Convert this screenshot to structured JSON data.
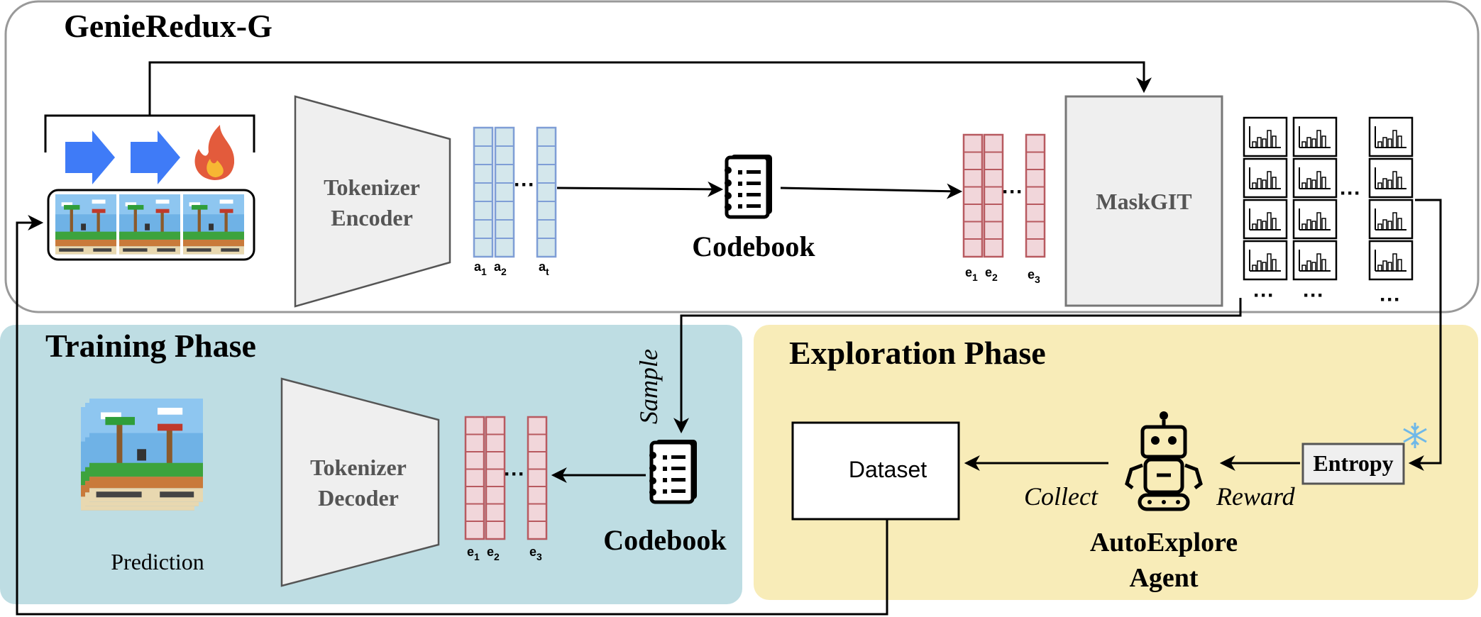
{
  "title": "GenieRedux-G",
  "colors": {
    "training_bg": "#BEDDE3",
    "exploration_bg": "#F8ECB8",
    "action_token_fill": "#D4E7EC",
    "action_token_stroke": "#7F9ED6",
    "embed_token_fill": "#F1D6DA",
    "embed_token_stroke": "#B85A60",
    "arrow_blue": "#3F7BF7",
    "grey_block": "#EFEFEF"
  },
  "encoder": {
    "line1": "Tokenizer",
    "line2": "Encoder"
  },
  "decoder": {
    "line1": "Tokenizer",
    "line2": "Decoder"
  },
  "action_tokens": {
    "labels": [
      "a",
      "a",
      "a"
    ],
    "subs": [
      "1",
      "2",
      "t"
    ],
    "dots": "···"
  },
  "embed_tokens_top": {
    "labels": [
      "e",
      "e",
      "e"
    ],
    "subs": [
      "1",
      "2",
      "3"
    ],
    "dots": "···"
  },
  "embed_tokens_bottom": {
    "labels": [
      "e",
      "e",
      "e"
    ],
    "subs": [
      "1",
      "2",
      "3"
    ],
    "dots": "···"
  },
  "codebook_top": "Codebook",
  "codebook_bottom": "Codebook",
  "maskgit": "MaskGIT",
  "distributions": {
    "dots_between": "···",
    "dots_below": [
      "···",
      "···",
      "···"
    ]
  },
  "training_phase": {
    "title": "Training Phase",
    "sample_label": "Sample",
    "prediction_label": "Prediction"
  },
  "exploration_phase": {
    "title": "Exploration Phase",
    "dataset": "Dataset",
    "collect": "Collect",
    "reward": "Reward",
    "agent_line1": "AutoExplore",
    "agent_line2": "Agent",
    "entropy": "Entropy",
    "frozen_icon": "snowflake-icon"
  },
  "icons": [
    "arrow-right-icon",
    "fire-icon",
    "notebook-icon",
    "robot-icon",
    "histogram-icon",
    "game-frame-icon"
  ]
}
